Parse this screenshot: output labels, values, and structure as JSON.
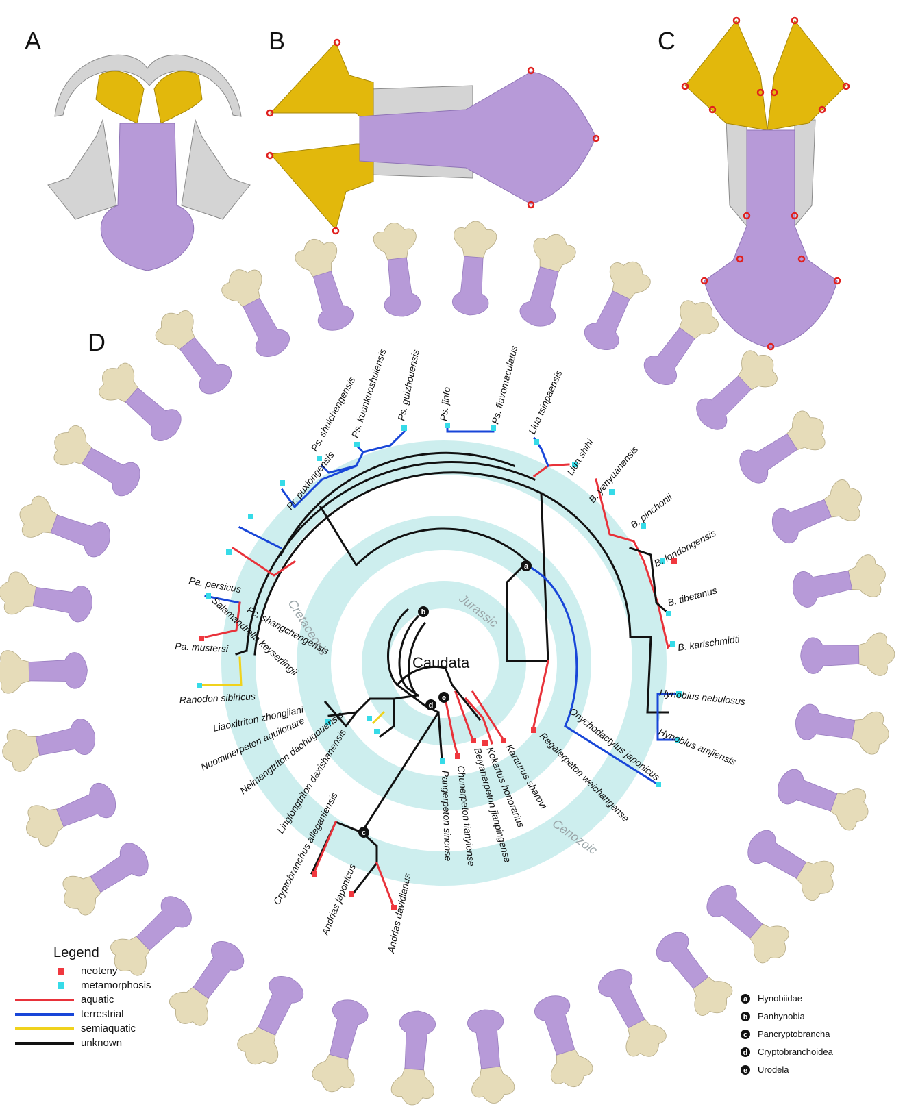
{
  "panels": {
    "a": "A",
    "b": "B",
    "c": "C",
    "d": "D"
  },
  "colors": {
    "yellow_bone": "#e2b80c",
    "purple_bone": "#b79ad8",
    "tan_bone": "#e6dcb9",
    "grey_bone": "#d4d4d4",
    "band": "#cdeeee",
    "aquatic": "#e8323a",
    "terrestrial": "#1846d8",
    "semiaquatic": "#f0d21c",
    "unknown": "#111111",
    "neoteny": "#f0383f",
    "metamorphosis": "#36dbe8"
  },
  "tree": {
    "root_label": "Caudata",
    "eras": [
      "Jurassic",
      "Cretaceous",
      "Cenozoic"
    ],
    "taxa": [
      "Ps. guizhouensis",
      "Ps. kuankuoshuiensis",
      "Ps. shuichengensis",
      "Pr. puxiongensis",
      "Salamandrella keyserlingii",
      "Pc. shangchengensis",
      "Pa. persicus",
      "Pa. mustersi",
      "Ranodon sibiricus",
      "Liaoxitriton zhongjiani",
      "Nuominerpeton aquilonare",
      "Neimengtriton daohugouensis",
      "Linglongtriton daxishanensis",
      "Cryptobranchus alleganiensis",
      "Andrias japonicus",
      "Andrias davidianus",
      "Pangerpeton sinense",
      "Chunerpeton tianyiense",
      "Beiyanerpeton jianpingense",
      "Kokartus honorarius",
      "Karaurus sharovi",
      "Regalerpeton weichangense",
      "Onychodactylus japonicus",
      "Hynobius amjiensis",
      "Hynobius nebulosus",
      "B. karlschmidti",
      "B. tibetanus",
      "B. londongensis",
      "B. pinchonii",
      "B. yenyuanensis",
      "Liua shihi",
      "Liua tsinpaensis",
      "Ps. flavomaculatus",
      "Ps. jinfo"
    ],
    "node_letters": [
      "a",
      "b",
      "c",
      "d",
      "e"
    ]
  },
  "legend": {
    "title": "Legend",
    "items": [
      {
        "label": "neoteny",
        "kind": "square",
        "color": "#f0383f"
      },
      {
        "label": "metamorphosis",
        "kind": "square",
        "color": "#36dbe8"
      },
      {
        "label": "aquatic",
        "kind": "line",
        "color": "#e8323a"
      },
      {
        "label": "terrestrial",
        "kind": "line",
        "color": "#1846d8"
      },
      {
        "label": "semiaquatic",
        "kind": "line",
        "color": "#f0d21c"
      },
      {
        "label": "unknown",
        "kind": "line",
        "color": "#111111"
      }
    ]
  },
  "clades": [
    {
      "letter": "a",
      "name": "Hynobiidae"
    },
    {
      "letter": "b",
      "name": "Panhynobia"
    },
    {
      "letter": "c",
      "name": "Pancryptobrancha"
    },
    {
      "letter": "d",
      "name": "Cryptobranchoidea"
    },
    {
      "letter": "e",
      "name": "Urodela"
    }
  ]
}
